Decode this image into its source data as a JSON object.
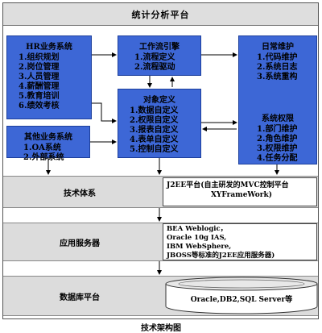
{
  "title": "统计分析平台",
  "hr": {
    "heading": "HR业务系统",
    "items": [
      "1.组织规划",
      "2.岗位管理",
      "3.人员管理",
      "4.薪酬管理",
      "5.教育培训",
      "6.绩效考核"
    ]
  },
  "workflow": {
    "heading": "工作流引擎",
    "items": [
      "1.流程定义",
      "2.流程驱动"
    ]
  },
  "daily": {
    "heading": "日常维护",
    "items": [
      "1.代码维护",
      "2.系统日志",
      "3.系统重构"
    ]
  },
  "other": {
    "heading": "其他业务系统",
    "items": [
      "1.OA系统",
      "2.外部系统"
    ]
  },
  "objects": {
    "heading": "对象定义",
    "items": [
      "1.数据自定义",
      "2.权限自定义",
      "3.报表自定义",
      "4.表单自定义",
      "5.控制自定义"
    ]
  },
  "perm": {
    "heading": "系统权限",
    "items": [
      "1.部门维护",
      "2.角色维护",
      "3.权限维护",
      "4.任务分配"
    ]
  },
  "layers": [
    {
      "label": "技术体系",
      "content": [
        "J2EE平台(自主研发的MVC控制平台",
        "XYFrameWork)"
      ]
    },
    {
      "label": "应用服务器",
      "content": [
        "BEA Weblogic，",
        "Oracle 10g IAS,",
        "IBM WebSphere,",
        "JBOSS等标准的J2EE应用服务器)"
      ]
    },
    {
      "label": "数据库平台",
      "content": [
        "Oracle,DB2,SQL Server等"
      ]
    }
  ],
  "caption": "技术架构图",
  "colors": {
    "module": "#3d67d6",
    "band": "#dcdcdc"
  }
}
